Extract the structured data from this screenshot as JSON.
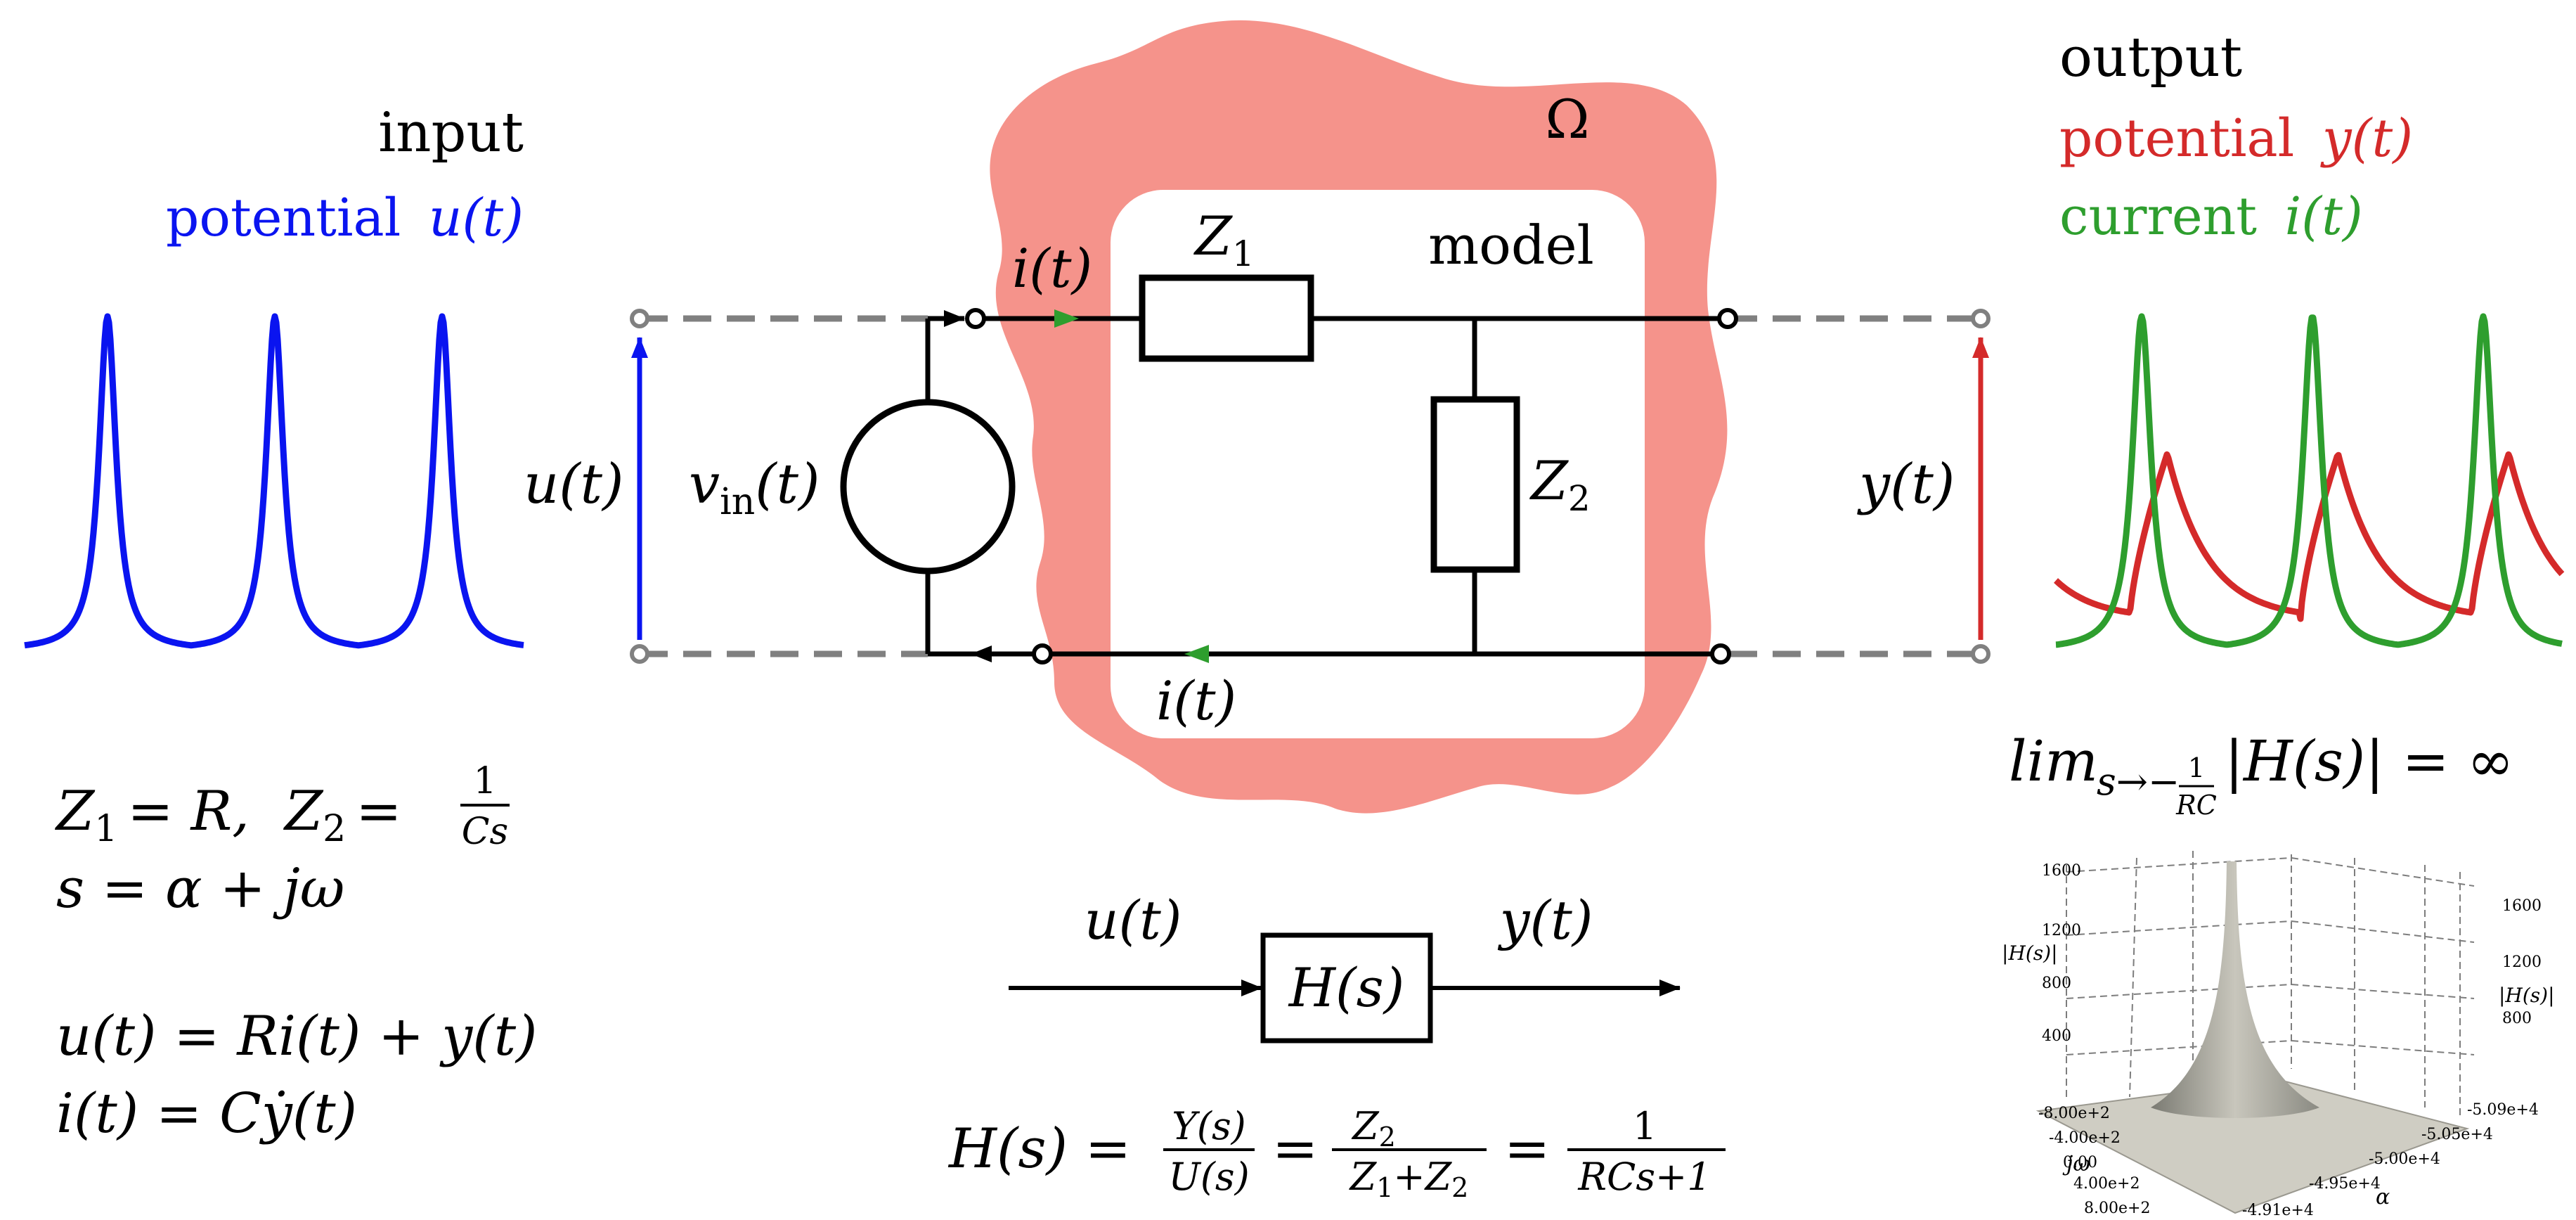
{
  "colors": {
    "blue": "#0a14f0",
    "red": "#d42a2a",
    "green": "#2e9e2e",
    "salmon": "#f5938b",
    "gray": "#808080",
    "black": "#000000"
  },
  "left": {
    "title": "input",
    "sub_word": "potential",
    "sub_var": "u(t)"
  },
  "right": {
    "title": "output",
    "pot_word": "potential",
    "pot_var": "y(t)",
    "cur_word": "current",
    "cur_var": "i(t)"
  },
  "circuit": {
    "omega": "Ω",
    "model": "model",
    "z1": "Z",
    "z1_sub": "1",
    "z2": "Z",
    "z2_sub": "2",
    "i_top": "i(t)",
    "i_bottom": "i(t)",
    "u_label": "u(t)",
    "y_label": "y(t)",
    "vin_v": "v",
    "vin_sub": "in",
    "vin_t": "(t)"
  },
  "block": {
    "in_label": "u(t)",
    "out_label": "y(t)",
    "box_label": "H(s)"
  },
  "equations": {
    "z_def_a": "Z",
    "z_def_a_sub": "1",
    "z_def_b": "= R,",
    "z_def_c": "Z",
    "z_def_c_sub": "2",
    "z_def_d": "=",
    "z_frac_num": "1",
    "z_frac_den": "Cs",
    "s_def": "s = α + jω",
    "u_eq": "u(t) = Ri(t) + y(t)",
    "i_eq": "i(t) = Cẏ(t)",
    "h_lhs": "H(s) =",
    "h_f1_num": "Y(s)",
    "h_f1_den": "U(s)",
    "h_eq2": "=",
    "h_f2_num": "Z",
    "h_f2_num_sub": "2",
    "h_f2_den": "Z",
    "h_f2_den_sub1": "1",
    "h_f2_den_mid": "+Z",
    "h_f2_den_sub2": "2",
    "h_eq3": "=",
    "h_f3_num": "1",
    "h_f3_den": "RCs+1",
    "lim_word": "lim",
    "lim_sub": "s→−",
    "lim_sub_num": "1",
    "lim_sub_den": "RC",
    "lim_rest": "|H(s)| = ∞"
  },
  "plot3d": {
    "zlabel_left": "|H(s)|",
    "zlabel_right": "|H(s)|",
    "z_ticks_left": [
      "1600",
      "1200",
      "800",
      "400"
    ],
    "z_ticks_right": [
      "1600",
      "1200",
      "800"
    ],
    "y_ticks": [
      "-8.00e+2",
      "-4.00e+2",
      "0.00",
      "4.00e+2",
      "8.00e+2"
    ],
    "x_ticks": [
      "-4.91e+4",
      "-4.95e+4",
      "-5.00e+4",
      "-5.05e+4",
      "-5.09e+4"
    ],
    "xlabel": "α",
    "ylabel": "jω"
  }
}
